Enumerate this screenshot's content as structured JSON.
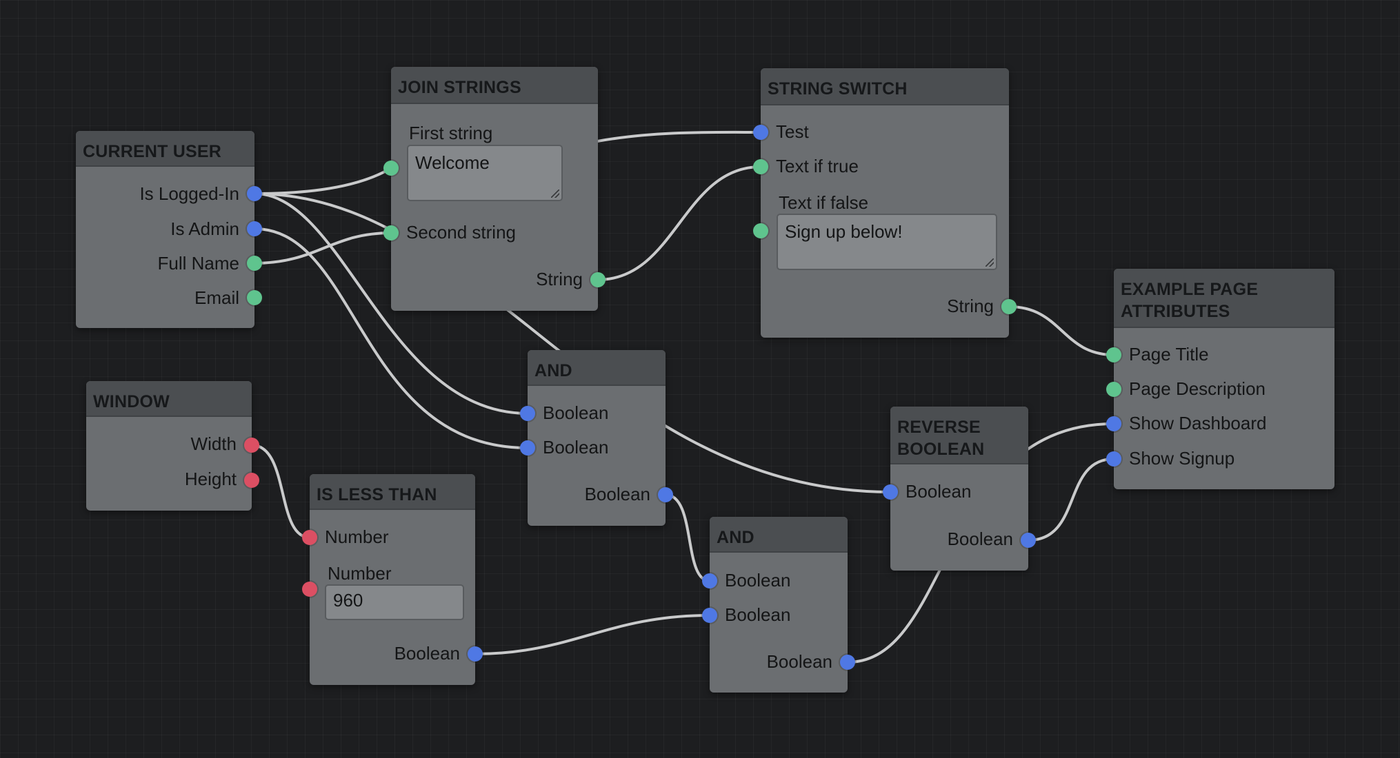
{
  "colors": {
    "canvas": "#1d1e20",
    "node_body": "#6b6e71",
    "node_header": "#4b4e51",
    "wire": "#c9cacb",
    "port_boolean": "#4f78e4",
    "port_string": "#5fc48e",
    "port_number": "#dc4f63"
  },
  "nodes": {
    "current_user": {
      "title": "CURRENT USER",
      "outputs": [
        "Is Logged-In",
        "Is Admin",
        "Full Name",
        "Email"
      ]
    },
    "window": {
      "title": "WINDOW",
      "outputs": [
        "Width",
        "Height"
      ]
    },
    "join_strings": {
      "title": "JOIN STRINGS",
      "input_first_label": "First string",
      "input_first_value": "Welcome",
      "input_second_label": "Second string",
      "output_label": "String"
    },
    "string_switch": {
      "title": "STRING SWITCH",
      "input_test": "Test",
      "input_true": "Text if true",
      "input_false_label": "Text if false",
      "input_false_value": "Sign up below!",
      "output_label": "String"
    },
    "and_1": {
      "title": "AND",
      "inputs": [
        "Boolean",
        "Boolean"
      ],
      "output_label": "Boolean"
    },
    "is_less_than": {
      "title": "IS LESS THAN",
      "input_a": "Number",
      "input_b_label": "Number",
      "input_b_value": "960",
      "output_label": "Boolean"
    },
    "and_2": {
      "title": "AND",
      "inputs": [
        "Boolean",
        "Boolean"
      ],
      "output_label": "Boolean"
    },
    "reverse_boolean": {
      "title_line1": "REVERSE",
      "title_line2": "BOOLEAN",
      "input_label": "Boolean",
      "output_label": "Boolean"
    },
    "example_page": {
      "title_line1": "EXAMPLE PAGE",
      "title_line2": "ATTRIBUTES",
      "inputs": [
        "Page Title",
        "Page Description",
        "Show Dashboard",
        "Show Signup"
      ]
    }
  }
}
